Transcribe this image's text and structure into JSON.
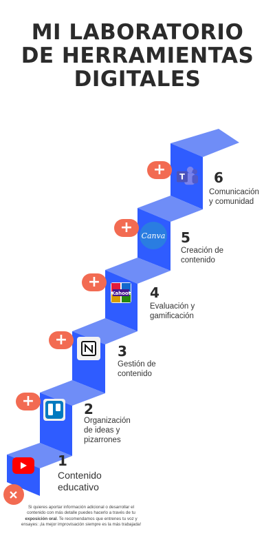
{
  "title": {
    "line1": "MI LABORATORIO",
    "line2": "DE HERRAMIENTAS",
    "line3": "DIGITALES"
  },
  "colors": {
    "step_front": "#2f5cff",
    "step_top": "#6f8df7",
    "plus": "#f26b52",
    "title": "#2b2b2b"
  },
  "steps": [
    {
      "number": "1",
      "label": "Contenido\neducativo",
      "tool_icon": "youtube-icon"
    },
    {
      "number": "2",
      "label": "Organización\nde ideas y\npizarrones",
      "tool_icon": "trello-icon"
    },
    {
      "number": "3",
      "label": "Gestión de\ncontenido",
      "tool_icon": "notion-icon"
    },
    {
      "number": "4",
      "label": "Evaluación y\ngamificación",
      "tool_icon": "kahoot-icon"
    },
    {
      "number": "5",
      "label": "Creación de\ncontenido",
      "tool_icon": "canva-icon",
      "icon_text": "Canva"
    },
    {
      "number": "6",
      "label": "Comunicación\ny comunidad",
      "tool_icon": "teams-icon"
    }
  ],
  "plus_symbol": "+",
  "footnote": {
    "part1": "Si quieres aportar información adicional o desarrollar el contenido con más detalle puedes hacerlo a través de tu ",
    "bold": "exposición oral",
    "part2": ". Te recomendamos que entrenes tu voz y ensayes: ¡la mejor improvisación siempre es la más trabajada!"
  }
}
